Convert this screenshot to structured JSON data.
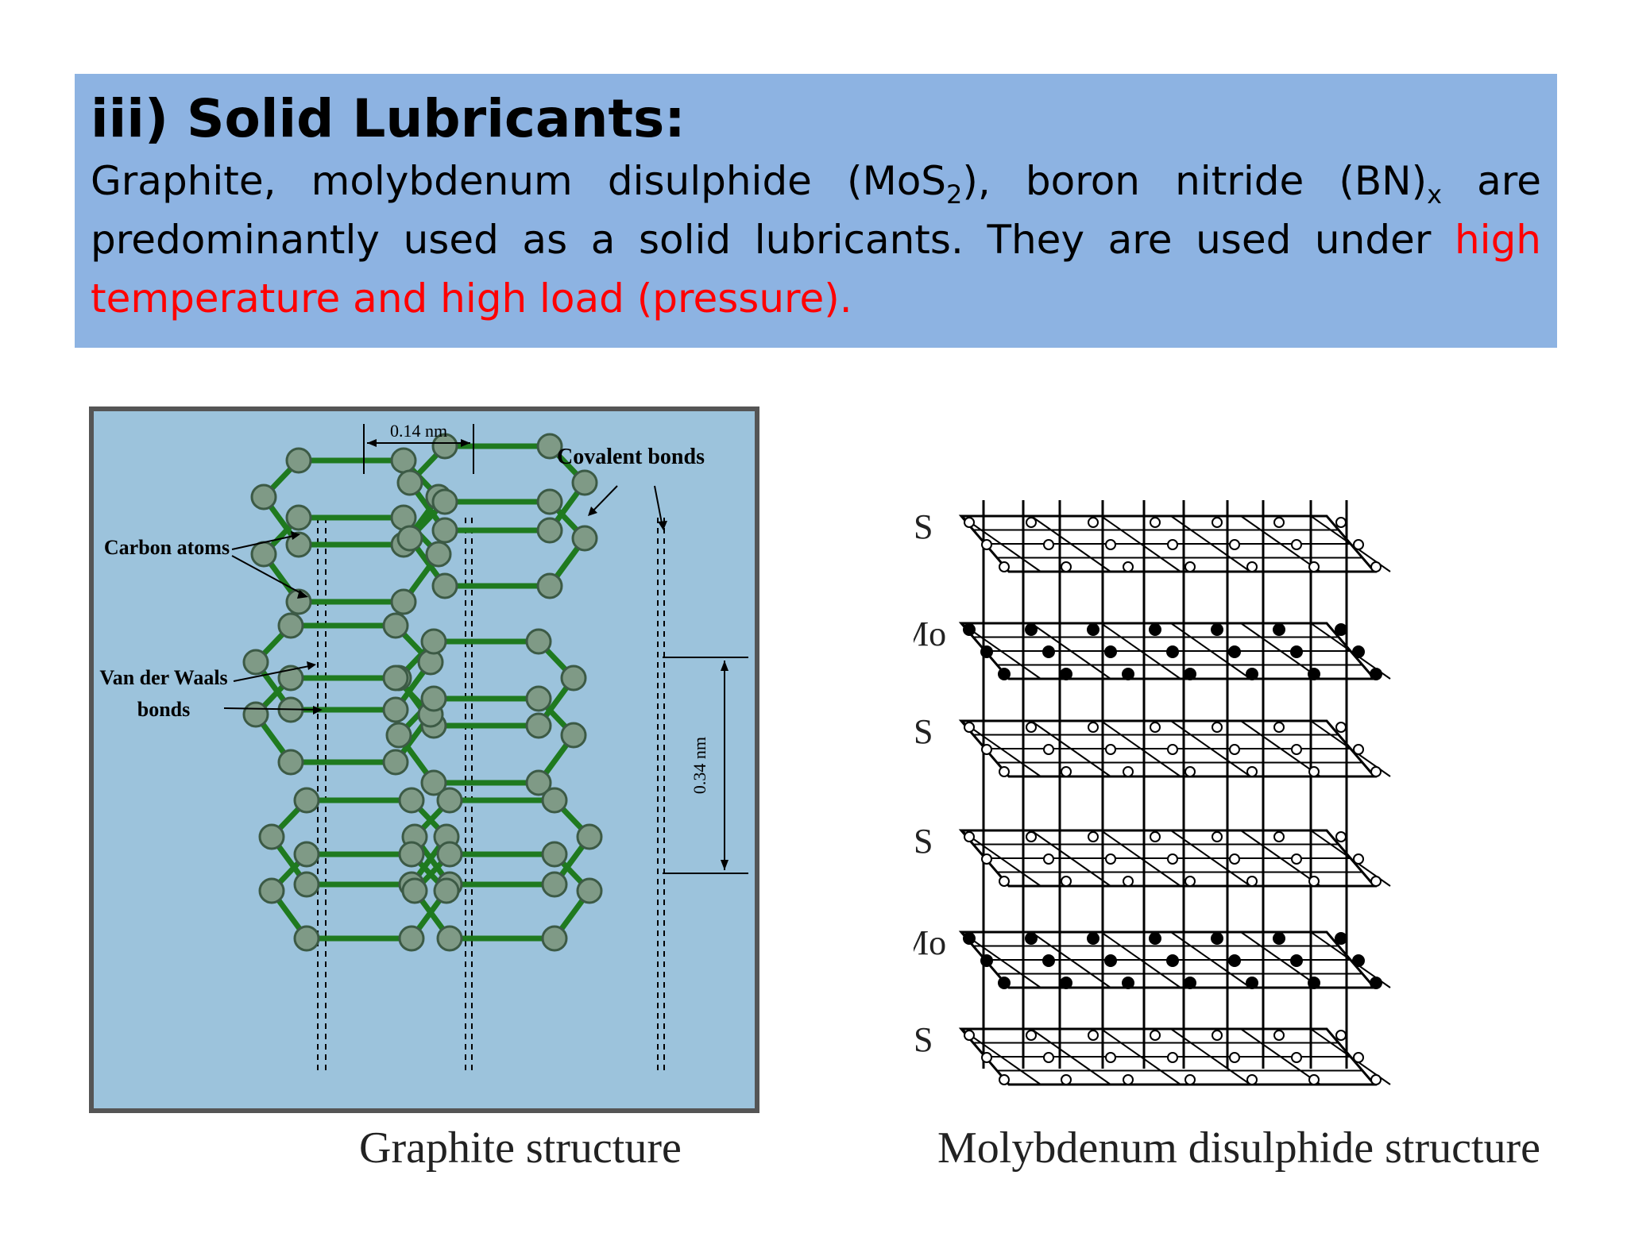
{
  "slide": {
    "title": "iii) Solid Lubricants:",
    "para": {
      "t1": "Graphite, molybdenum disulphide (MoS",
      "sub1": "2",
      "t2": "), boron nitride (BN)",
      "sub2": "x",
      "t3": " are predominantly used as a solid lubricants. They are used under ",
      "highlight": "high temperature and high load (pressure)."
    }
  },
  "graphite": {
    "label_spacing": "0.14 nm",
    "label_covalent": "Covalent bonds",
    "label_carbon": "Carbon atoms",
    "label_vdw_1": "Van der Waals",
    "label_vdw_2": "bonds",
    "label_interlayer": "0.34 nm",
    "caption": "Graphite structure"
  },
  "mos2": {
    "layer_labels": [
      "S",
      "Mo",
      "S",
      "S",
      "Mo",
      "S"
    ],
    "caption": "Molybdenum disulphide structure"
  },
  "colors": {
    "banner": "#8db3e2",
    "highlight": "#ff0000",
    "graphite_bg": "#9cc3dc",
    "bond": "#1f7a1f",
    "atom": "#7f9a86"
  }
}
